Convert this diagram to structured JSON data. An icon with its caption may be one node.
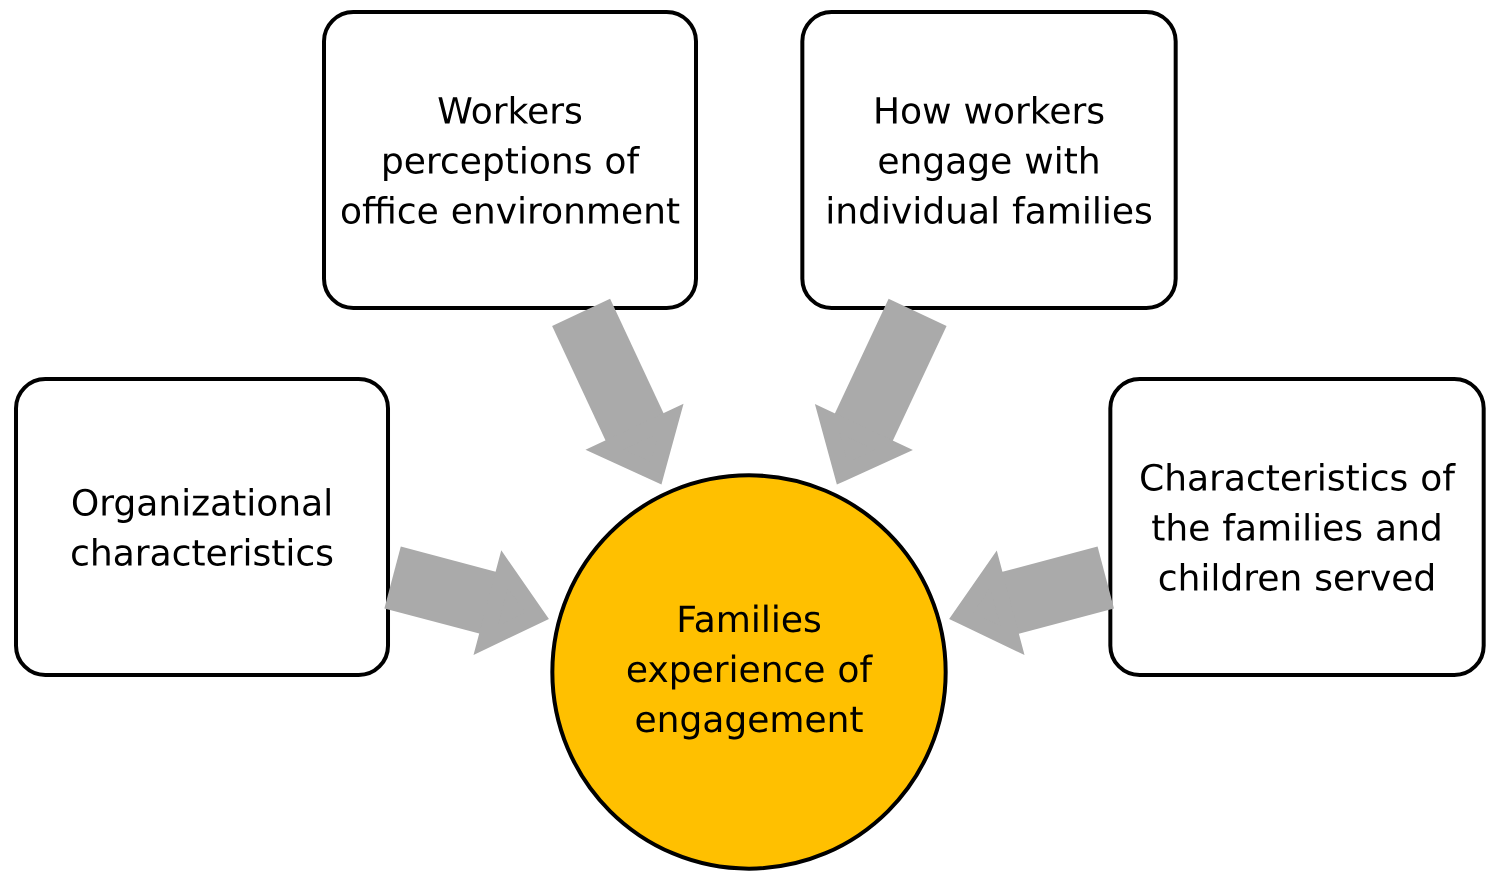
{
  "diagram": {
    "nodes": [
      {
        "text": [
          "Workers perceptions of office environment"
        ]
      },
      {
        "text": [
          "How workers engage with individual families"
        ]
      },
      {
        "text": [
          "Organizational characteristics"
        ]
      },
      {
        "text": [
          "Characteristics of the families and children served"
        ]
      },
      {
        "text": [
          "Families experience of engagement"
        ]
      }
    ],
    "edges": [
      {
        "from": 0,
        "to": 4,
        "arrow": "to"
      },
      {
        "from": 1,
        "to": 4,
        "arrow": "to"
      },
      {
        "from": 2,
        "to": 4,
        "arrow": "to"
      },
      {
        "from": 3,
        "to": 4,
        "arrow": "to"
      }
    ]
  }
}
